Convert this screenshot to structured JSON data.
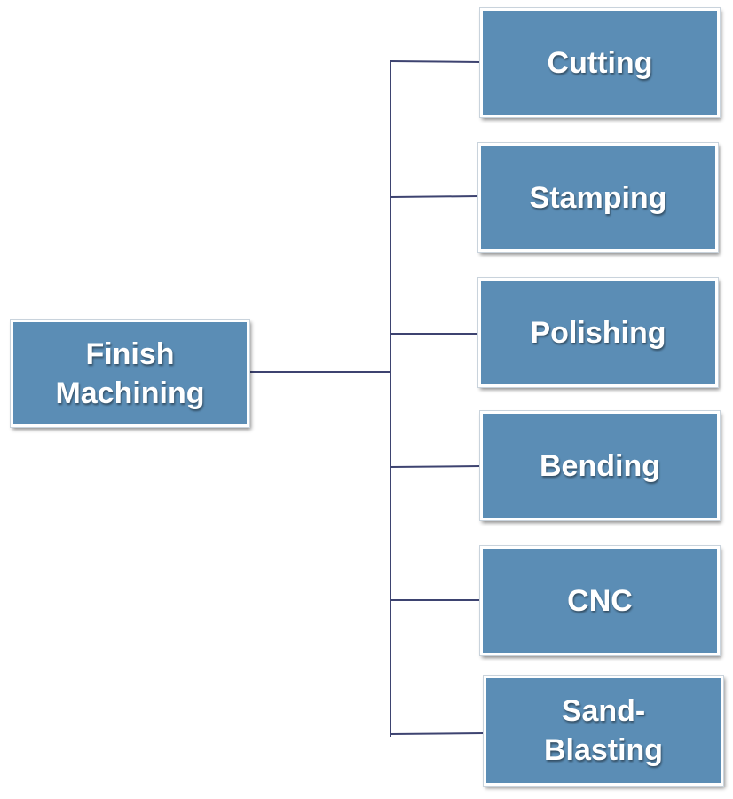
{
  "diagram": {
    "root": {
      "label": "Finish\nMachining"
    },
    "children": [
      {
        "label": "Cutting"
      },
      {
        "label": "Stamping"
      },
      {
        "label": "Polishing"
      },
      {
        "label": "Bending"
      },
      {
        "label": "CNC"
      },
      {
        "label": "Sand-\nBlasting"
      }
    ],
    "colors": {
      "node_fill": "#5b8db5",
      "node_text": "#ffffff",
      "connector": "#3d4370"
    }
  }
}
